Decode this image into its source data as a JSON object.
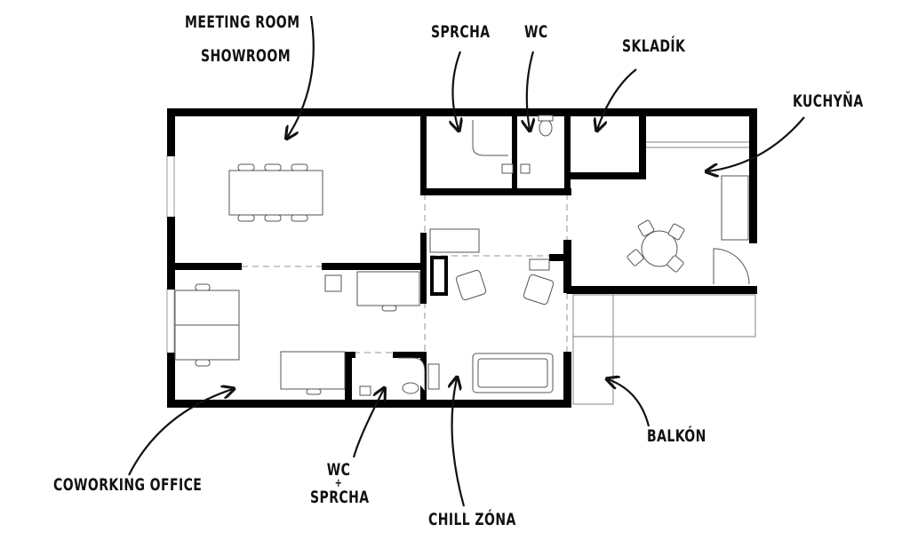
{
  "labels": {
    "meeting_room": "MEETING ROOM",
    "showroom": "SHOWROOM",
    "sprcha": "SPRCHA",
    "wc": "WC",
    "skladik": "SKLADÍK",
    "kuchyna": "KUCHYŇA",
    "balkon": "BALKÓN",
    "coworking_office": "COWORKING OFFICE",
    "wc_sprcha_line1": "WC",
    "wc_sprcha_plus": "+",
    "wc_sprcha_line2": "SPRCHA",
    "chill_zona": "CHILL ZÓNA"
  }
}
